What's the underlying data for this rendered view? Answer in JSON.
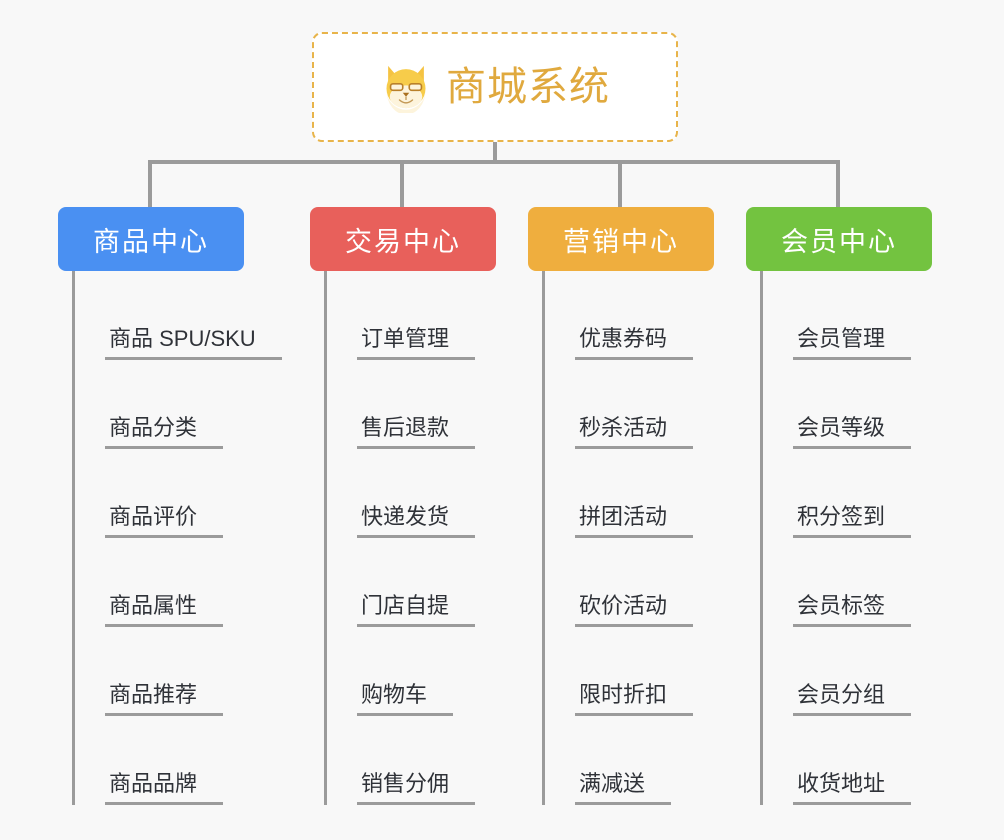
{
  "root": {
    "title": "商城系统",
    "icon": "shiba-dog-icon",
    "title_color": "#e0a93e",
    "border_color": "#e8b44a"
  },
  "colors": {
    "connector": "#9b9b9b",
    "background": "#f8f8f8",
    "leaf_text": "#2f3238"
  },
  "columns": [
    {
      "label": "商品中心",
      "color": "#4a90f2",
      "items": [
        "商品 SPU/SKU",
        "商品分类",
        "商品评价",
        "商品属性",
        "商品推荐",
        "商品品牌"
      ]
    },
    {
      "label": "交易中心",
      "color": "#e8605b",
      "items": [
        "订单管理",
        "售后退款",
        "快递发货",
        "门店自提",
        "购物车",
        "销售分佣"
      ]
    },
    {
      "label": "营销中心",
      "color": "#efae3e",
      "items": [
        "优惠券码",
        "秒杀活动",
        "拼团活动",
        "砍价活动",
        "限时折扣",
        "满减送"
      ]
    },
    {
      "label": "会员中心",
      "color": "#73c340",
      "items": [
        "会员管理",
        "会员等级",
        "积分签到",
        "会员标签",
        "会员分组",
        "收货地址"
      ]
    }
  ]
}
